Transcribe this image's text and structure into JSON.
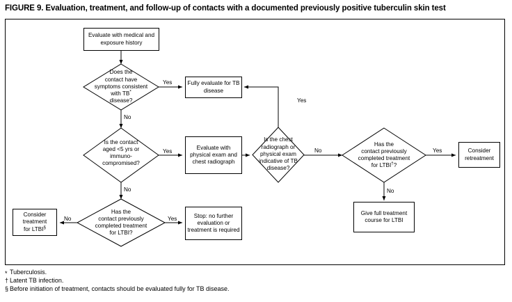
{
  "figure": {
    "title": "FIGURE 9. Evaluation, treatment, and follow-up of contacts with a documented previously positive tuberculin skin test"
  },
  "nodes": {
    "start": {
      "id": "start",
      "shape": "box",
      "text": "Evaluate with medical and exposure history"
    },
    "d_symptoms": {
      "id": "d_symptoms",
      "shape": "diamond",
      "line1": "Does the",
      "line2": "contact have",
      "line3": "symptoms consistent",
      "line4": "with TB*",
      "line5": "disease?"
    },
    "fully_evaluate": {
      "id": "fully_evaluate",
      "shape": "box",
      "text": "Fully evaluate for TB disease"
    },
    "d_age": {
      "id": "d_age",
      "shape": "diamond",
      "line1": "Is the contact",
      "line2": "aged <5 yrs or",
      "line3": "immuno-",
      "line4": "compromised?"
    },
    "evaluate_exam": {
      "id": "evaluate_exam",
      "shape": "box",
      "text": "Evaluate with physical exam and chest radiograph"
    },
    "d_radiograph": {
      "id": "d_radiograph",
      "shape": "diamond",
      "line1": "Is the chest",
      "line2": "radiograph or",
      "line3": "physical exam",
      "line4": "indicative of TB",
      "line5": "disease?"
    },
    "d_prev_treat_right": {
      "id": "d_prev_treat_right",
      "shape": "diamond",
      "line1": "Has the",
      "line2": "contact previously",
      "line3": "completed treatment",
      "line4": "for LTBI†?"
    },
    "consider_retreatment": {
      "id": "consider_retreatment",
      "shape": "box",
      "text": "Consider retreatment"
    },
    "give_full_treatment": {
      "id": "give_full_treatment",
      "shape": "box",
      "text": "Give full treatment course for LTBI"
    },
    "d_prev_treat_left": {
      "id": "d_prev_treat_left",
      "shape": "diamond",
      "line1": "Has the",
      "line2": "contact previously",
      "line3": "completed treatment",
      "line4": "for LTBI?"
    },
    "stop": {
      "id": "stop",
      "shape": "box",
      "text": "Stop: no further evaluation or treatment is required"
    },
    "consider_treatment": {
      "id": "consider_treatment",
      "shape": "box",
      "line1": "Consider",
      "line2": "treatment",
      "line3": "for LTBI§"
    }
  },
  "edge_labels": {
    "symptoms_yes": "Yes",
    "symptoms_no": "No",
    "age_yes": "Yes",
    "age_no": "No",
    "radiograph_yes": "Yes",
    "radiograph_no": "No",
    "prev_right_yes": "Yes",
    "prev_right_no": "No",
    "prev_left_yes": "Yes",
    "prev_left_no": "No"
  },
  "footnotes": [
    {
      "mark": "*",
      "text": "Tuberculosis."
    },
    {
      "mark": "†",
      "text": "Latent TB infection."
    },
    {
      "mark": "§",
      "text": "Before initiation of treatment, contacts should be evaluated fully for TB disease."
    }
  ],
  "colors": {
    "stroke": "#000000",
    "background": "#ffffff",
    "text": "#000000"
  }
}
